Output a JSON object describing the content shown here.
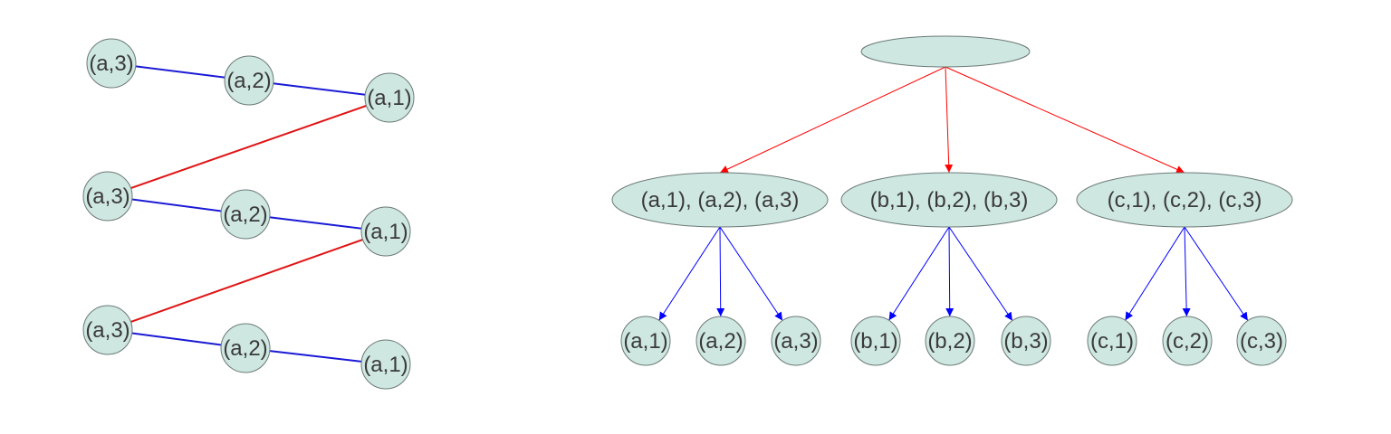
{
  "colors": {
    "node_fill": "#cfe7e1",
    "node_stroke": "#6b7a77",
    "chain_edge": "#1a1ad6",
    "link_edge": "#e01414",
    "tree_root_edge": "#ff0000",
    "tree_leaf_edge": "#0000ff",
    "text": "#3a3a3a"
  },
  "left_graph": {
    "nodes": [
      {
        "id": "l1",
        "label": "(a,3)"
      },
      {
        "id": "l2",
        "label": "(a,2)"
      },
      {
        "id": "l3",
        "label": "(a,1)"
      },
      {
        "id": "l4",
        "label": "(a,3)"
      },
      {
        "id": "l5",
        "label": "(a,2)"
      },
      {
        "id": "l6",
        "label": "(a,1)"
      },
      {
        "id": "l7",
        "label": "(a,3)"
      },
      {
        "id": "l8",
        "label": "(a,2)"
      },
      {
        "id": "l9",
        "label": "(a,1)"
      }
    ],
    "edges": [
      {
        "from": "l1",
        "to": "l2",
        "kind": "chain"
      },
      {
        "from": "l2",
        "to": "l3",
        "kind": "chain"
      },
      {
        "from": "l3",
        "to": "l4",
        "kind": "link"
      },
      {
        "from": "l4",
        "to": "l5",
        "kind": "chain"
      },
      {
        "from": "l5",
        "to": "l6",
        "kind": "chain"
      },
      {
        "from": "l6",
        "to": "l7",
        "kind": "link"
      },
      {
        "from": "l7",
        "to": "l8",
        "kind": "chain"
      },
      {
        "from": "l8",
        "to": "l9",
        "kind": "chain"
      }
    ]
  },
  "tree": {
    "root": {
      "id": "root",
      "label": ""
    },
    "groups": [
      {
        "id": "ga",
        "label": "(a,1), (a,2), (a,3)",
        "children": [
          {
            "id": "ta1",
            "label": "(a,1)"
          },
          {
            "id": "ta2",
            "label": "(a,2)"
          },
          {
            "id": "ta3",
            "label": "(a,3)"
          }
        ]
      },
      {
        "id": "gb",
        "label": "(b,1), (b,2), (b,3)",
        "children": [
          {
            "id": "tb1",
            "label": "(b,1)"
          },
          {
            "id": "tb2",
            "label": "(b,2)"
          },
          {
            "id": "tb3",
            "label": "(b,3)"
          }
        ]
      },
      {
        "id": "gc",
        "label": "(c,1), (c,2), (c,3)",
        "children": [
          {
            "id": "tc1",
            "label": "(c,1)"
          },
          {
            "id": "tc2",
            "label": "(c,2)"
          },
          {
            "id": "tc3",
            "label": "(c,3)"
          }
        ]
      }
    ]
  }
}
